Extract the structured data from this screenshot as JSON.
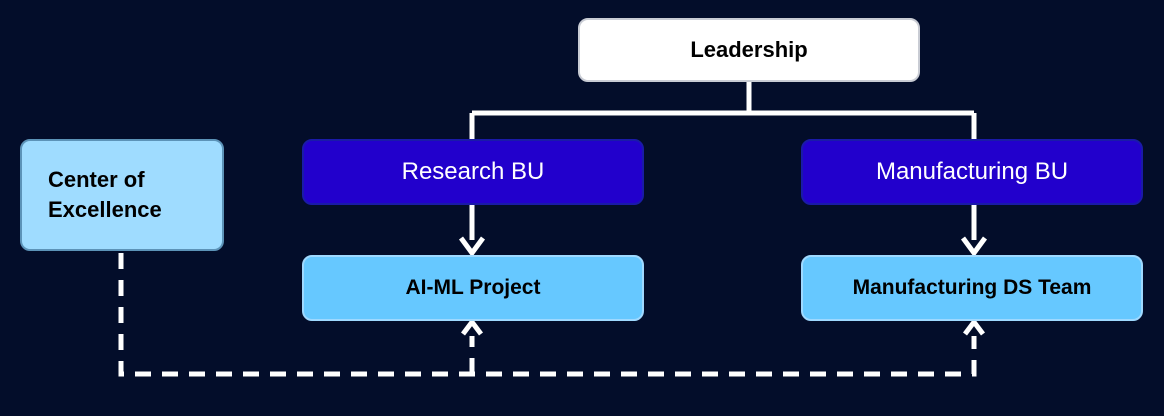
{
  "leadership": {
    "label": "Leadership"
  },
  "business_units": {
    "research": "Research BU",
    "manufacturing": "Manufacturing BU"
  },
  "teams": {
    "ai_ml": "AI-ML Project",
    "manufacturing_ds": "Manufacturing DS Team"
  },
  "center_of_excellence": {
    "line1": "Center of",
    "line2": "Excellence"
  },
  "colors": {
    "background": "#030d2a",
    "leadership_fill": "#ffffff",
    "bu_fill": "#2200cc",
    "team_fill": "#66c8ff",
    "coe_fill": "#9fdcff",
    "connector": "#ffffff"
  }
}
